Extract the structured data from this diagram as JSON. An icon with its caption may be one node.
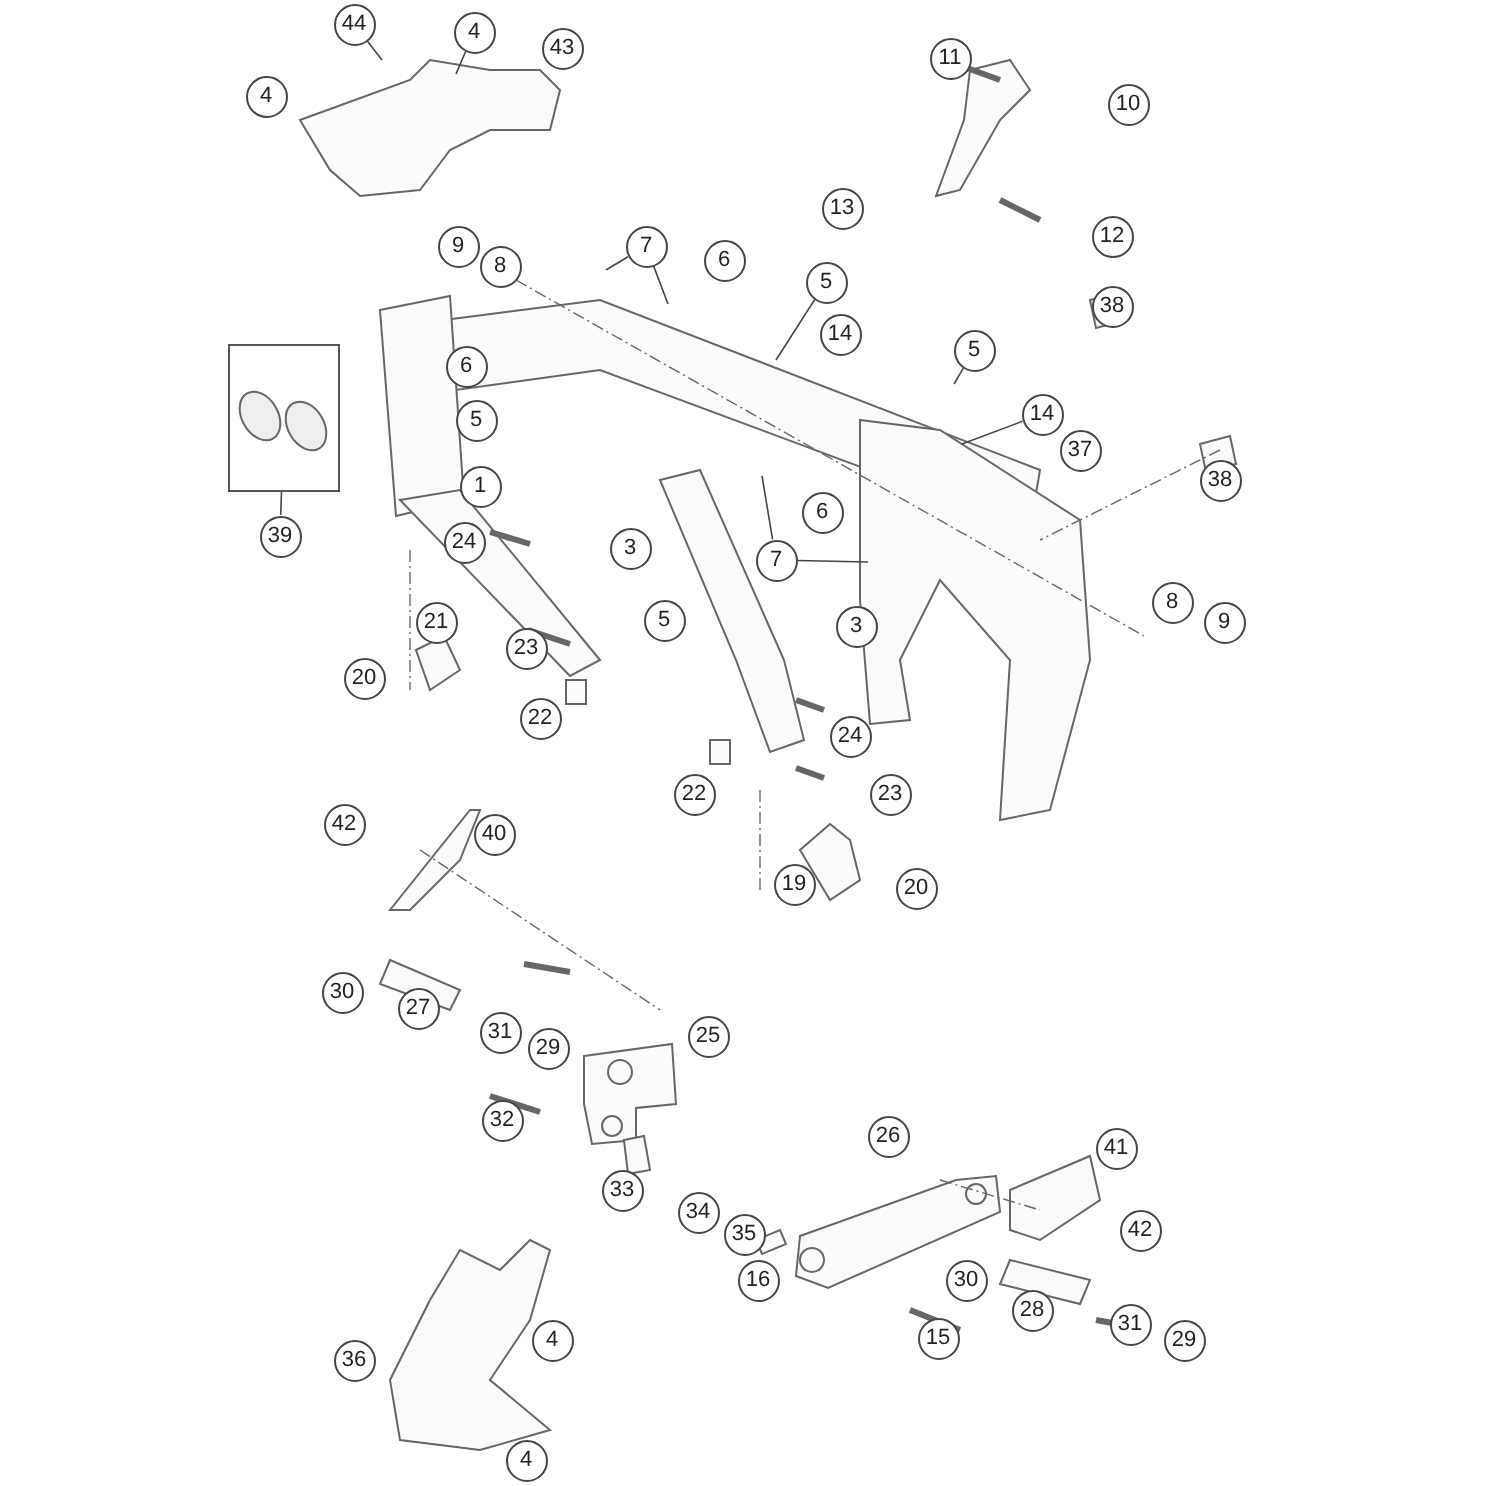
{
  "diagram": {
    "nodes": [
      {
        "text": [
          "44"
        ]
      },
      {
        "text": [
          "4"
        ]
      },
      {
        "text": [
          "43"
        ]
      },
      {
        "text": [
          "11"
        ]
      },
      {
        "text": [
          "4"
        ]
      },
      {
        "text": [
          "10"
        ]
      },
      {
        "text": [
          "13"
        ]
      },
      {
        "text": [
          "12"
        ]
      },
      {
        "text": [
          "9"
        ]
      },
      {
        "text": [
          "7"
        ]
      },
      {
        "text": [
          "6"
        ]
      },
      {
        "text": [
          "8"
        ]
      },
      {
        "text": [
          "5"
        ]
      },
      {
        "text": [
          "38"
        ]
      },
      {
        "text": [
          "14"
        ]
      },
      {
        "text": [
          "5"
        ]
      },
      {
        "text": [
          "6"
        ]
      },
      {
        "text": [
          "14"
        ]
      },
      {
        "text": [
          "5"
        ]
      },
      {
        "text": [
          "37"
        ]
      },
      {
        "text": [
          "38"
        ]
      },
      {
        "text": [
          "1"
        ]
      },
      {
        "text": [
          "6"
        ]
      },
      {
        "text": [
          "39"
        ]
      },
      {
        "text": [],
        "shape": "box"
      },
      {
        "text": [
          "24"
        ]
      },
      {
        "text": [
          "3"
        ]
      },
      {
        "text": [
          "7"
        ]
      },
      {
        "text": [
          "8"
        ]
      },
      {
        "text": [
          "21"
        ]
      },
      {
        "text": [
          "5"
        ]
      },
      {
        "text": [
          "3"
        ]
      },
      {
        "text": [
          "9"
        ]
      },
      {
        "text": [
          "23"
        ]
      },
      {
        "text": [
          "20"
        ]
      },
      {
        "text": [
          "22"
        ]
      },
      {
        "text": [
          "24"
        ]
      },
      {
        "text": [
          "22"
        ]
      },
      {
        "text": [
          "23"
        ]
      },
      {
        "text": [
          "42"
        ]
      },
      {
        "text": [
          "40"
        ]
      },
      {
        "text": [
          "19"
        ]
      },
      {
        "text": [
          "20"
        ]
      },
      {
        "text": [
          "30"
        ]
      },
      {
        "text": [
          "27"
        ]
      },
      {
        "text": [
          "31"
        ]
      },
      {
        "text": [
          "25"
        ]
      },
      {
        "text": [
          "29"
        ]
      },
      {
        "text": [
          "32"
        ]
      },
      {
        "text": [
          "26"
        ]
      },
      {
        "text": [
          "41"
        ]
      },
      {
        "text": [
          "33"
        ]
      },
      {
        "text": [
          "34"
        ]
      },
      {
        "text": [
          "42"
        ]
      },
      {
        "text": [
          "35"
        ]
      },
      {
        "text": [
          "16"
        ]
      },
      {
        "text": [
          "30"
        ]
      },
      {
        "text": [
          "28"
        ]
      },
      {
        "text": [
          "31"
        ]
      },
      {
        "text": [
          "15"
        ]
      },
      {
        "text": [
          "4"
        ]
      },
      {
        "text": [
          "36"
        ]
      },
      {
        "text": [
          "29"
        ]
      },
      {
        "text": [
          "4"
        ]
      }
    ],
    "edges": [
      {
        "from": 0,
        "to": null,
        "arrow": "none"
      },
      {
        "from": 1,
        "to": null,
        "arrow": "none"
      },
      {
        "from": 9,
        "to": null,
        "arrow": "none"
      },
      {
        "from": 9,
        "to": null,
        "arrow": "none"
      },
      {
        "from": 12,
        "to": null,
        "arrow": "none"
      },
      {
        "from": 15,
        "to": null,
        "arrow": "none"
      },
      {
        "from": 17,
        "to": null,
        "arrow": "none"
      },
      {
        "from": 23,
        "to": 24,
        "arrow": "none"
      },
      {
        "from": 27,
        "to": null,
        "arrow": "none"
      },
      {
        "from": 27,
        "to": null,
        "arrow": "none"
      }
    ]
  }
}
